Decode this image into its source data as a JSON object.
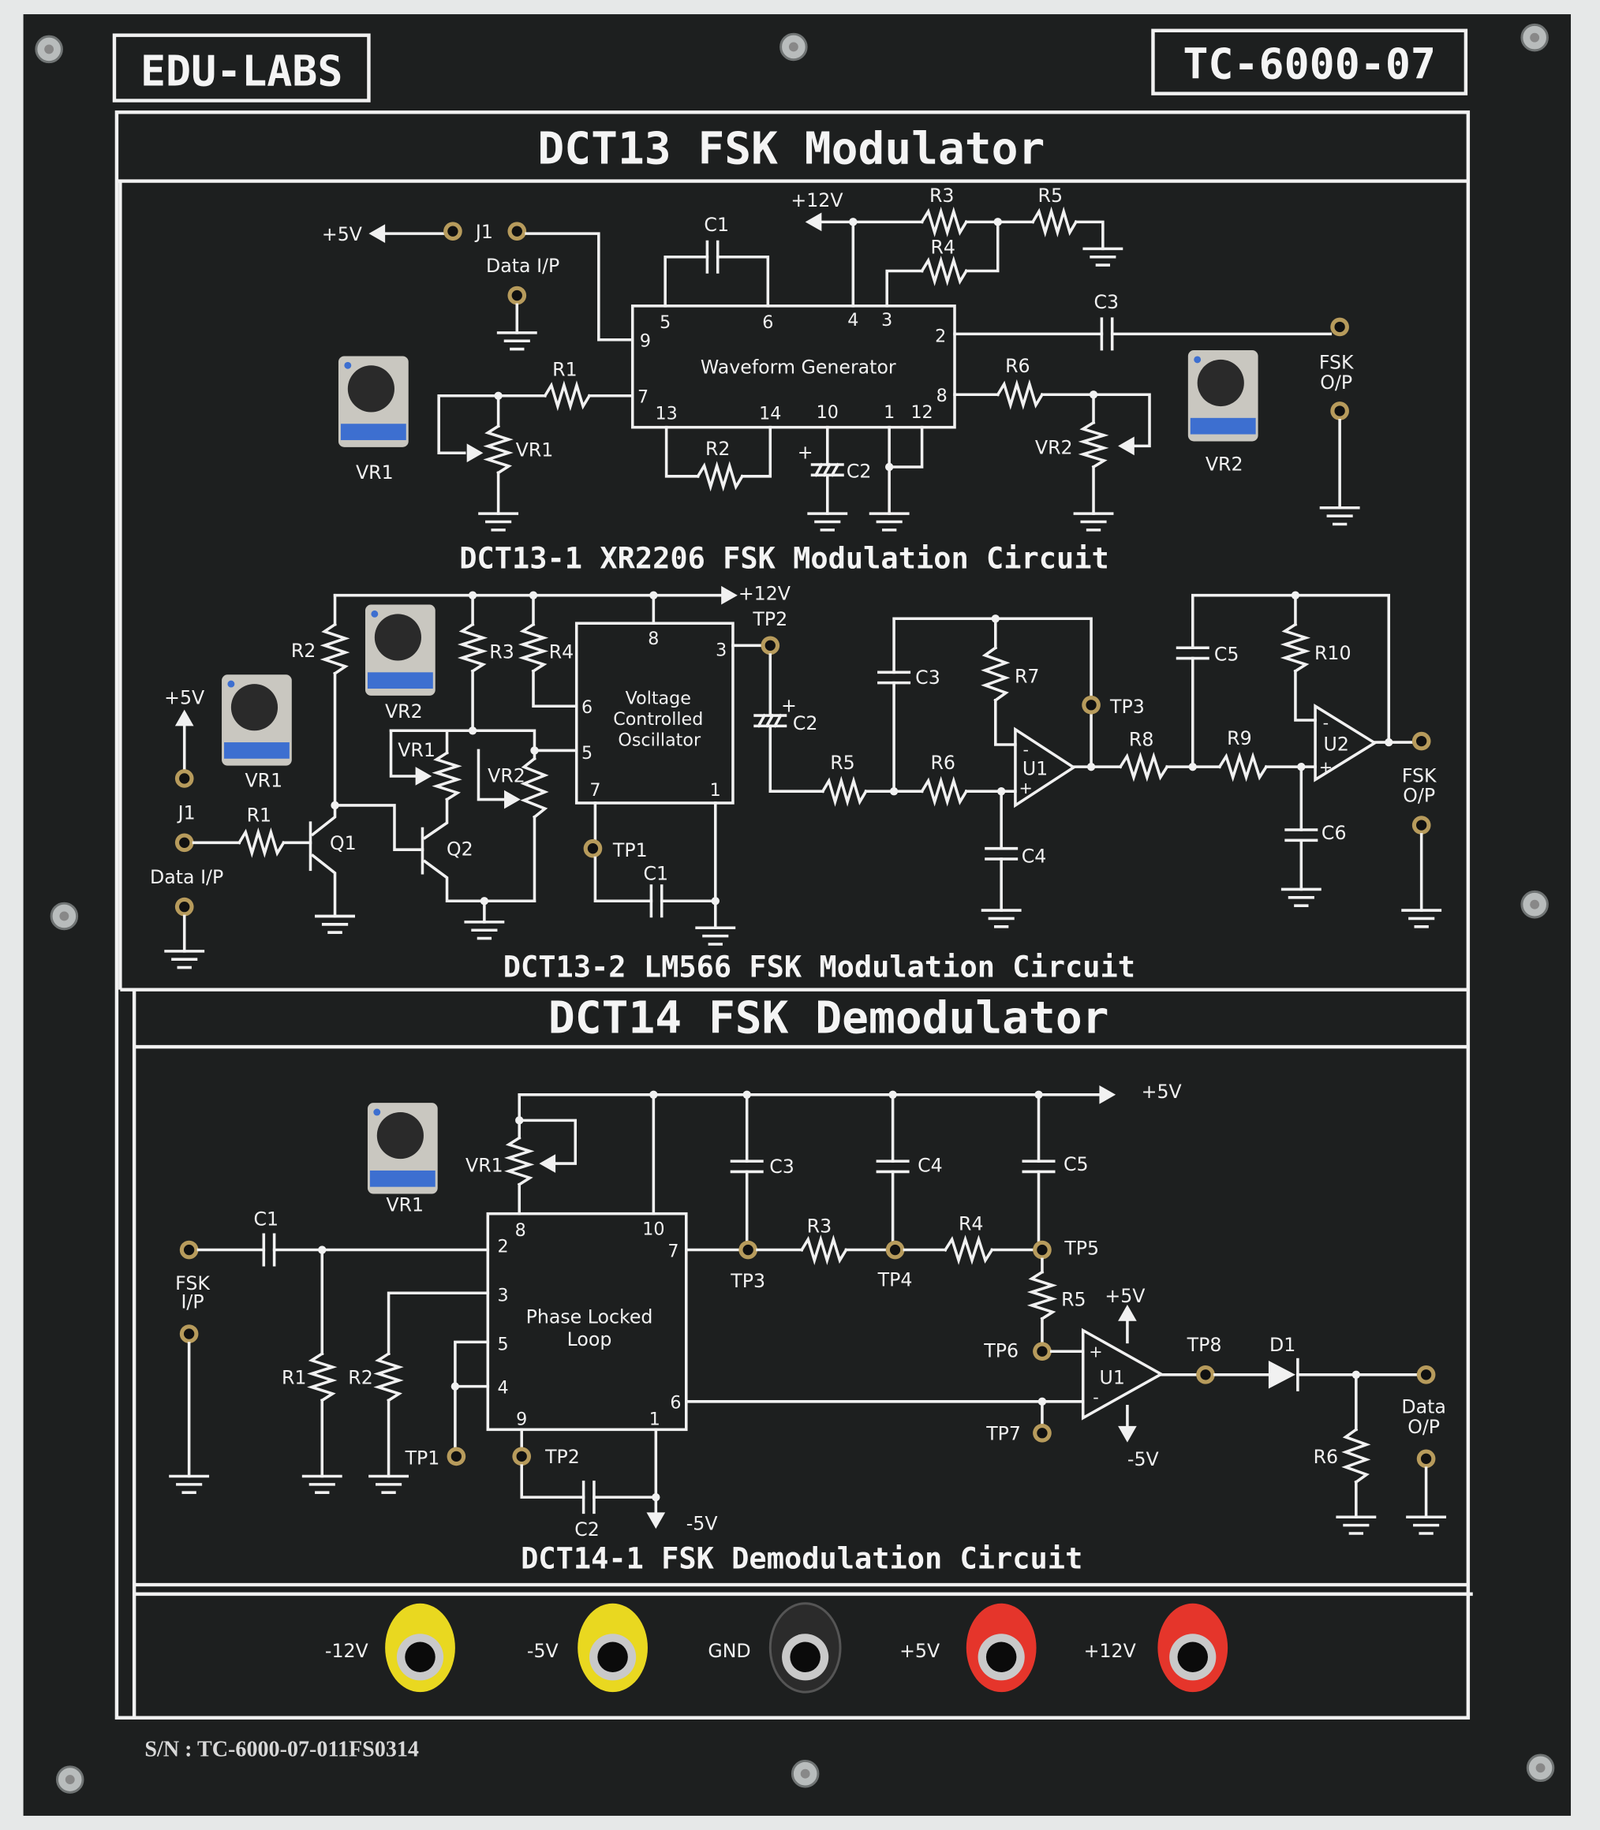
{
  "header": {
    "brand": "EDU-LABS",
    "model": "TC-6000-07"
  },
  "dct13": {
    "title": "DCT13 FSK Modulator",
    "circuit1": {
      "caption": "DCT13-1 XR2206 FSK Modulation Circuit",
      "ic_name": "Waveform Generator",
      "ic_pins": [
        "5",
        "6",
        "4",
        "3",
        "2",
        "9",
        "7",
        "13",
        "14",
        "10",
        "1",
        "12",
        "8"
      ],
      "labels": [
        "+5V",
        "J1",
        "Data I/P",
        "C1",
        "+12V",
        "R3",
        "R5",
        "R4",
        "C3",
        "FSK",
        "O/P",
        "R1",
        "VR1",
        "VR1",
        "R2",
        "C2",
        "R6",
        "VR2",
        "VR2",
        "+"
      ]
    },
    "circuit2": {
      "caption": "DCT13-2 LM566 FSK Modulation Circuit",
      "ic_name": [
        "Voltage",
        "Controlled",
        "Oscillator"
      ],
      "ic_pins": [
        "8",
        "3",
        "6",
        "5",
        "7",
        "1"
      ],
      "labels": [
        "R2",
        "VR2",
        "R3",
        "R4",
        "+12V",
        "TP2",
        "+5V",
        "VR1",
        "J1",
        "R1",
        "Data I/P",
        "Q1",
        "Q2",
        "VR1",
        "VR2",
        "TP1",
        "C1",
        "C2",
        "R5",
        "C3",
        "R7",
        "TP3",
        "R6",
        "U1",
        "C4",
        "R8",
        "C5",
        "R10",
        "R9",
        "U2",
        "C6",
        "FSK",
        "O/P",
        "+"
      ],
      "opamp_signs": [
        "-",
        "+",
        "-",
        "+"
      ]
    }
  },
  "dct14": {
    "title": "DCT14 FSK Demodulator",
    "circuit1": {
      "caption": "DCT14-1 FSK Demodulation Circuit",
      "ic_name": [
        "Phase Locked",
        "Loop"
      ],
      "ic_pins": [
        "8",
        "10",
        "2",
        "7",
        "3",
        "5",
        "4",
        "9",
        "1",
        "6"
      ],
      "labels": [
        "+5V",
        "VR1",
        "VR1",
        "C3",
        "C4",
        "C5",
        "C1",
        "FSK",
        "I/P",
        "R3",
        "TP3",
        "R4",
        "TP4",
        "TP5",
        "R5",
        "+5V",
        "TP6",
        "U1",
        "TP7",
        "-5V",
        "TP8",
        "D1",
        "Data",
        "O/P",
        "R6",
        "R1",
        "R2",
        "TP1",
        "TP2",
        "C2",
        "-5V"
      ],
      "opamp_signs": [
        "+",
        "-"
      ]
    }
  },
  "power": {
    "jacks": [
      {
        "label": "-12V",
        "color": "#e9d820"
      },
      {
        "label": "-5V",
        "color": "#e9d820"
      },
      {
        "label": "GND",
        "color": "#2b2b2b"
      },
      {
        "label": "+5V",
        "color": "#e5352b"
      },
      {
        "label": "+12V",
        "color": "#e5352b"
      }
    ]
  },
  "serial": "S/N : TC-6000-07-011FS0314",
  "colors": {
    "panel": "#1d1f1f",
    "line": "#f1f1f1",
    "testpoint": "#b79b5c"
  }
}
